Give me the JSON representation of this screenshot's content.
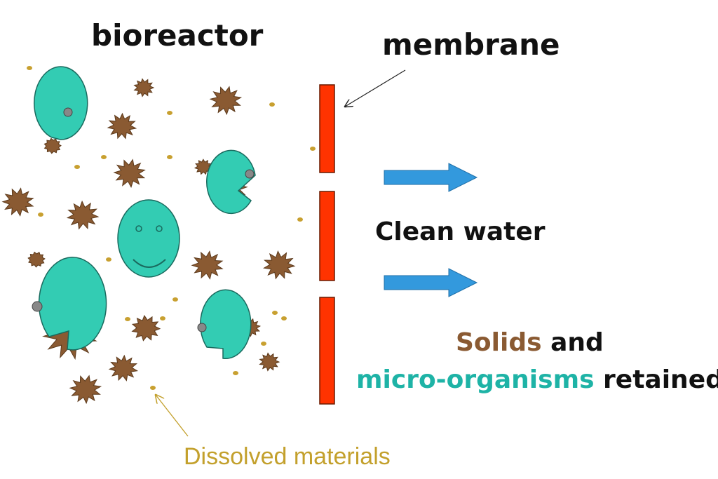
{
  "labels": {
    "bioreactor": "bioreactor",
    "membrane": "membrane",
    "clean_water": "Clean water",
    "solids_word": "Solids",
    "and_word": " and",
    "microorganisms_word": "micro-organisms",
    "retained_word": " retained",
    "dissolved": "Dissolved materials"
  },
  "colors": {
    "microbe_fill": "#33ccb3",
    "solid_fill": "#8a5a32",
    "dissolved_dot": "#c8a030",
    "membrane_fill": "#ff3300",
    "arrow_fill": "#3399dd",
    "solids_text": "#8a5a32",
    "microorganisms_text": "#1eb3a6",
    "text_dark": "#111111",
    "dissolved_text": "#c3a02c"
  },
  "icons": {
    "microbe": "pac-man-shaped microorganism",
    "smiley": "smiling microorganism",
    "solid": "spiky solid particle",
    "dot": "dissolved material dot",
    "flow_arrow": "right arrow"
  }
}
